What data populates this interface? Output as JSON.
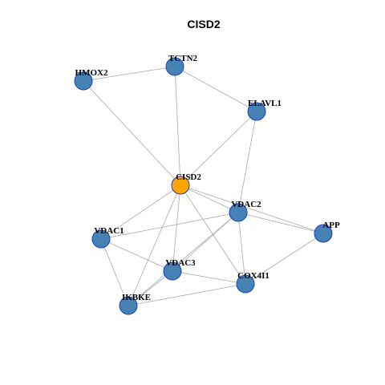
{
  "title": "CISD2",
  "colors": {
    "hub_fill": "#ffa500",
    "node_fill": "#4682b4",
    "node_stroke": "#1f3fbf",
    "edge": "#aaaaaa"
  },
  "nodes": [
    {
      "id": "CISD2",
      "label": "CISD2",
      "hub": true
    },
    {
      "id": "TCTN2",
      "label": "TCTN2",
      "hub": false
    },
    {
      "id": "HMOX2",
      "label": "HMOX2",
      "hub": false
    },
    {
      "id": "ELAVL1",
      "label": "ELAVL1",
      "hub": false
    },
    {
      "id": "VDAC2",
      "label": "VDAC2",
      "hub": false
    },
    {
      "id": "APP",
      "label": "APP",
      "hub": false
    },
    {
      "id": "VDAC1",
      "label": "VDAC1",
      "hub": false
    },
    {
      "id": "VDAC3",
      "label": "VDAC3",
      "hub": false
    },
    {
      "id": "COX4I1",
      "label": "COX4I1",
      "hub": false
    },
    {
      "id": "IKBKE",
      "label": "IKBKE",
      "hub": false
    }
  ],
  "edges": [
    [
      "HMOX2",
      "TCTN2"
    ],
    [
      "HMOX2",
      "CISD2"
    ],
    [
      "TCTN2",
      "ELAVL1"
    ],
    [
      "TCTN2",
      "CISD2"
    ],
    [
      "ELAVL1",
      "CISD2"
    ],
    [
      "ELAVL1",
      "VDAC2"
    ],
    [
      "CISD2",
      "VDAC2"
    ],
    [
      "CISD2",
      "APP"
    ],
    [
      "CISD2",
      "VDAC1"
    ],
    [
      "CISD2",
      "VDAC3"
    ],
    [
      "CISD2",
      "COX4I1"
    ],
    [
      "CISD2",
      "IKBKE"
    ],
    [
      "VDAC2",
      "APP"
    ],
    [
      "VDAC2",
      "VDAC1"
    ],
    [
      "VDAC2",
      "VDAC3"
    ],
    [
      "VDAC2",
      "COX4I1"
    ],
    [
      "VDAC2",
      "IKBKE"
    ],
    [
      "APP",
      "COX4I1"
    ],
    [
      "VDAC1",
      "VDAC3"
    ],
    [
      "VDAC1",
      "IKBKE"
    ],
    [
      "VDAC3",
      "COX4I1"
    ],
    [
      "VDAC3",
      "IKBKE"
    ],
    [
      "IKBKE",
      "COX4I1"
    ]
  ]
}
